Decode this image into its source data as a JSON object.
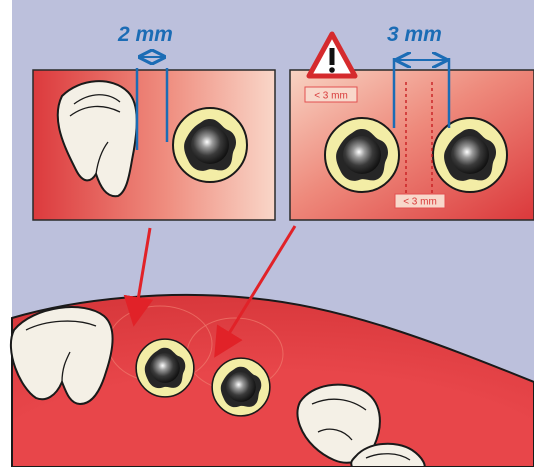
{
  "left_panel": {
    "measure_label": "2 mm"
  },
  "right_panel": {
    "measure_label": "3 mm",
    "warning_icon": "warning-triangle-icon",
    "warning_label": "< 3 mm",
    "gap_label": "< 3 mm"
  },
  "colors": {
    "background": "#bcc0dc",
    "panel_red": "#dd3a3e",
    "panel_light": "#f6c9bc",
    "dimension_blue": "#1b6cb5",
    "arrow_red": "#e12228",
    "collar_yellow": "#f3eda6",
    "gum": "#e53a3c",
    "tooth": "#f4f0e6"
  }
}
